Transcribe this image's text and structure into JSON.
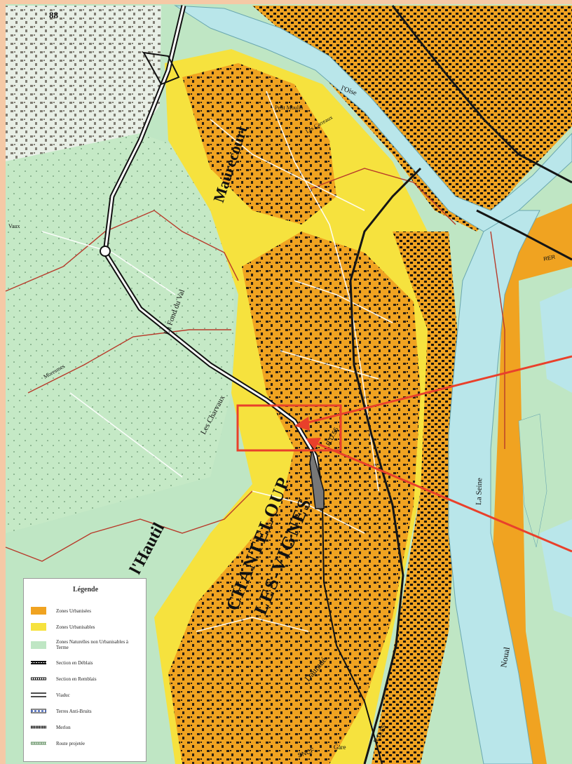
{
  "page_number": "88",
  "places": {
    "maurecourt": "Maurecourt",
    "chanteloup_line1": "CHANTELOUP",
    "chanteloup_line2": "LES-VIGNES",
    "hautil": "l'Hautil",
    "fond_du_val": "La Fond du Val",
    "charvaux": "Les Charvaux",
    "la_seine": "La Seine",
    "noual": "Noual",
    "oise": "l'Oise",
    "rd55_a": "R.D.55",
    "rd55_b": "R.D.55",
    "rea": "RER",
    "sncf": "SNCF",
    "gare": "Gare",
    "dauradé": "Dauradé",
    "moresmes": "Moresmes",
    "vaux": "Vaux",
    "petit_moulin": "Petit Moulin",
    "carreaux": "Les Carreaux"
  },
  "legend": {
    "title": "Légende",
    "items": [
      {
        "label": "Zones Urbanisées",
        "kind": "fill",
        "color": "#f0a321"
      },
      {
        "label": "Zones Urbanisables",
        "kind": "fill",
        "color": "#f6e23e"
      },
      {
        "label": "Zones Naturelles non Urbanisables à Terme",
        "kind": "fill",
        "color": "#bfe6c4"
      },
      {
        "label": "Section en Déblais",
        "kind": "line-deblais"
      },
      {
        "label": "Section en Remblais",
        "kind": "line-remblais"
      },
      {
        "label": "Viaduc",
        "kind": "line-viaduc"
      },
      {
        "label": "Terres Anti-Bruits",
        "kind": "line-terres"
      },
      {
        "label": "Merlon",
        "kind": "line-merlon"
      },
      {
        "label": "Route projetée",
        "kind": "line-route"
      }
    ]
  },
  "colors": {
    "urbanized": "#f0a321",
    "urbanizable": "#f6e23e",
    "natural": "#bfe6c4",
    "water": "#b9e6ea",
    "highlight": "#e9402b"
  }
}
